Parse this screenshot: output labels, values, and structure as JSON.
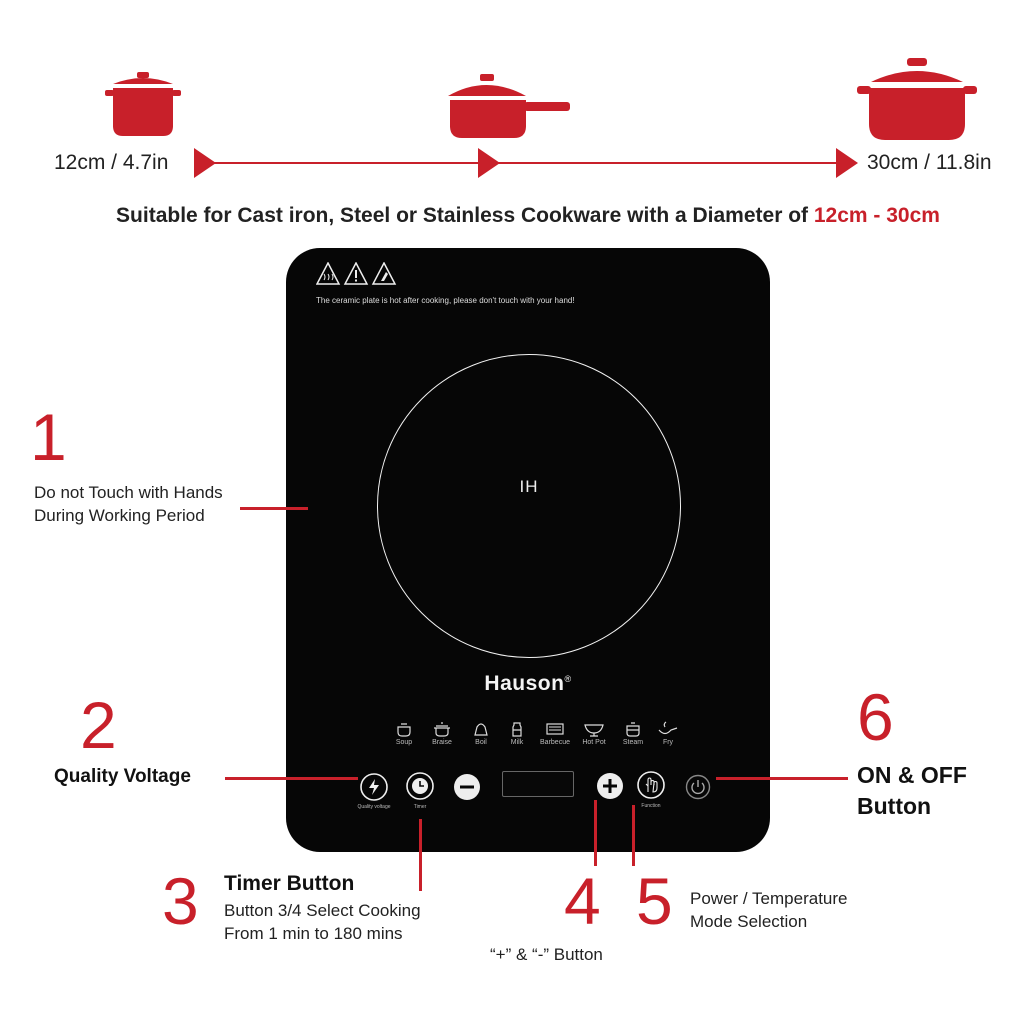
{
  "size_scale": {
    "small_label": "12cm / 4.7in",
    "large_label": "30cm / 11.8in"
  },
  "headline": {
    "text": "Suitable for Cast iron, Steel or Stainless Cookware with a Diameter of ",
    "range": "12cm - 30cm"
  },
  "cooktop": {
    "warning_text": "The ceramic plate is hot after cooking, please don't touch with your hand!",
    "zone_label": "IH",
    "brand": "Hauson",
    "brand_mark": "®",
    "modes": [
      "Soup",
      "Braise",
      "Boil",
      "Milk",
      "Barbecue",
      "Hot Pot",
      "Steam",
      "Fry"
    ],
    "controls": {
      "voltage_label": "Quality voltage",
      "timer_label": "Timer",
      "function_label": "Function"
    }
  },
  "callouts": {
    "c1": {
      "number": "1",
      "line1": "Do not Touch with Hands",
      "line2": "During Working Period"
    },
    "c2": {
      "number": "2",
      "title": "Quality Voltage"
    },
    "c3": {
      "number": "3",
      "title": "Timer Button",
      "line1": "Button 3/4 Select Cooking",
      "line2": "From 1 min to 180 mins"
    },
    "c4": {
      "number": "4",
      "title": "“+” & “-” Button"
    },
    "c5": {
      "number": "5",
      "line1": "Power / Temperature",
      "line2": "Mode Selection"
    },
    "c6": {
      "number": "6",
      "line1": "ON & OFF",
      "line2": "Button"
    }
  },
  "colors": {
    "accent": "#c8202a",
    "panel": "#060606"
  }
}
